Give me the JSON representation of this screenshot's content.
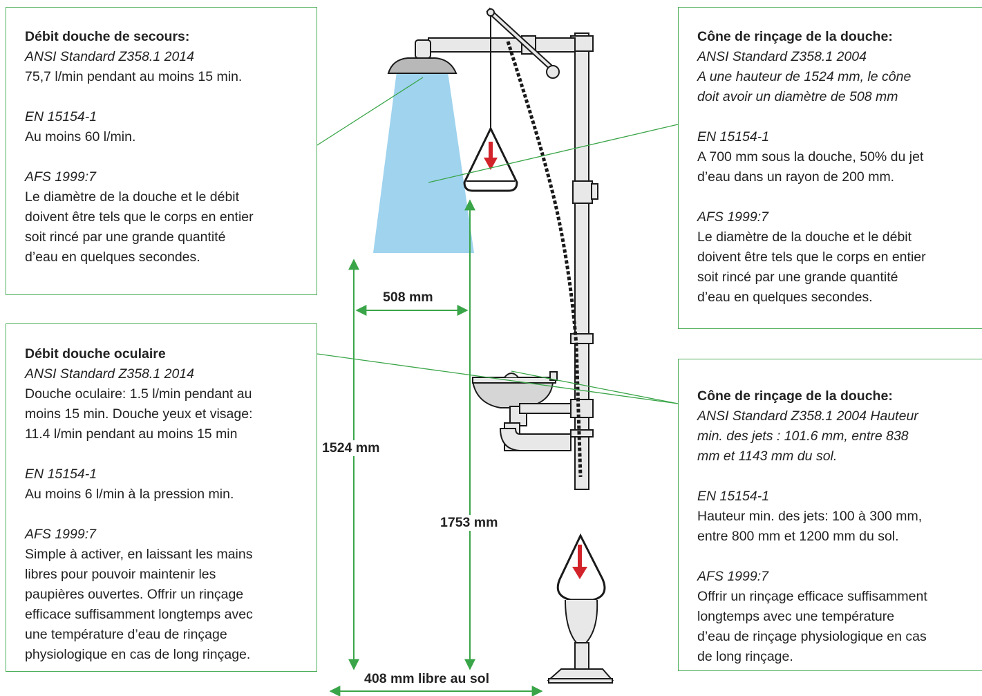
{
  "colors": {
    "frame": "#4fae5a",
    "water": "#9fd3ee",
    "pipe_fill": "#e8e8e8",
    "pipe_line": "#1a1a1a",
    "arrow": "#d2232a",
    "dimension": "#3aa548"
  },
  "boxes": {
    "safety_shower_flow": {
      "title": "Débit douche de secours:",
      "s1_std": "ANSI Standard Z358.1 2014",
      "s1_text": "75,7 l/min pendant au moins 15 min.",
      "s2_std": "EN 15154-1",
      "s2_text": "Au moins 60 l/min.",
      "s3_std": "AFS 1999:7",
      "s3_text": [
        "Le diamètre de la douche et le débit",
        "doivent être tels que le corps en entier",
        "soit rincé par une grande quantité",
        "d’eau en quelques secondes."
      ]
    },
    "eyewash_flow": {
      "title": "Débit douche oculaire",
      "s1_std": "ANSI Standard Z358.1 2014",
      "s1_text": [
        "Douche oculaire: 1.5 l/min pendant au",
        "moins 15 min. Douche yeux et visage:",
        "11.4 l/min pendant au moins 15 min"
      ],
      "s2_std": "EN 15154-1",
      "s2_text": "Au moins 6 l/min à la pression min.",
      "s3_std": "AFS 1999:7",
      "s3_text": [
        "Simple à activer, en laissant les mains",
        "libres pour pouvoir maintenir les",
        "paupières ouvertes. Offrir un rinçage",
        "efficace suffisamment longtemps avec",
        "une température d’eau de rinçage",
        "physiologique en cas de long rinçage."
      ]
    },
    "shower_cone": {
      "title": "Cône de rinçage de la douche:",
      "s1_std": [
        "ANSI Standard Z358.1 2004",
        "A une hauteur de 1524 mm, le cône",
        "doit avoir un diamètre de 508 mm"
      ],
      "s2_std": "EN 15154-1",
      "s2_text": [
        "A 700 mm sous la douche, 50% du jet",
        "d’eau dans un rayon de 200 mm."
      ],
      "s3_std": "AFS 1999:7",
      "s3_text": [
        "Le diamètre de la douche et le débit",
        "doivent être tels que le corps en entier",
        "soit rincé par une grande quantité",
        "d’eau en quelques secondes."
      ]
    },
    "eyewash_cone": {
      "title": "Cône de rinçage de la douche:",
      "s1_std": [
        "ANSI Standard Z358.1 2004 Hauteur",
        "min. des jets : 101.6 mm, entre 838",
        "mm et 1143 mm du sol."
      ],
      "s2_std": "EN 15154-1",
      "s2_text": [
        "Hauteur min. des jets: 100 à 300 mm,",
        "entre 800 mm et 1200 mm du sol."
      ],
      "s3_std": "AFS 1999:7",
      "s3_text": [
        "Offrir un rinçage efficace suffisamment",
        "longtemps avec une température",
        "d’eau de rinçage physiologique en cas",
        "de long rinçage."
      ]
    }
  },
  "dimensions": {
    "cone_diameter": "508 mm",
    "shower_height": "1524 mm",
    "total_height": "1753 mm",
    "floor_clearance": "408 mm libre au sol"
  }
}
